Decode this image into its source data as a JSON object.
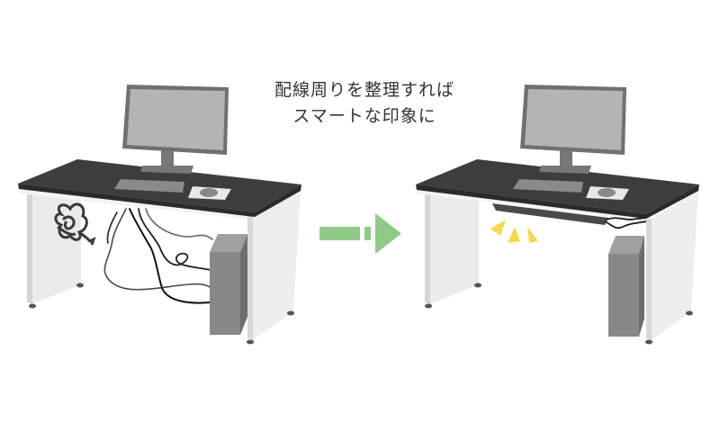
{
  "caption": {
    "line1": "配線周りを整理すれば",
    "line2": "スマートな印象に"
  },
  "scenes": {
    "before": {
      "label": "messy-cables-desk",
      "cables": "tangled"
    },
    "after": {
      "label": "organized-desk-with-cable-tray",
      "cables": "routed-through-tray"
    }
  },
  "arrow": {
    "direction": "right",
    "color": "#8fcb86"
  },
  "colors": {
    "desktop": "#3d3d3d",
    "desk_body": "#eeeeee",
    "monitor_frame": "#707070",
    "monitor_screen": "#b4b4b4",
    "pc_tower": "#8a8a8a",
    "sparkle": "#f5d94a",
    "text": "#333333"
  }
}
